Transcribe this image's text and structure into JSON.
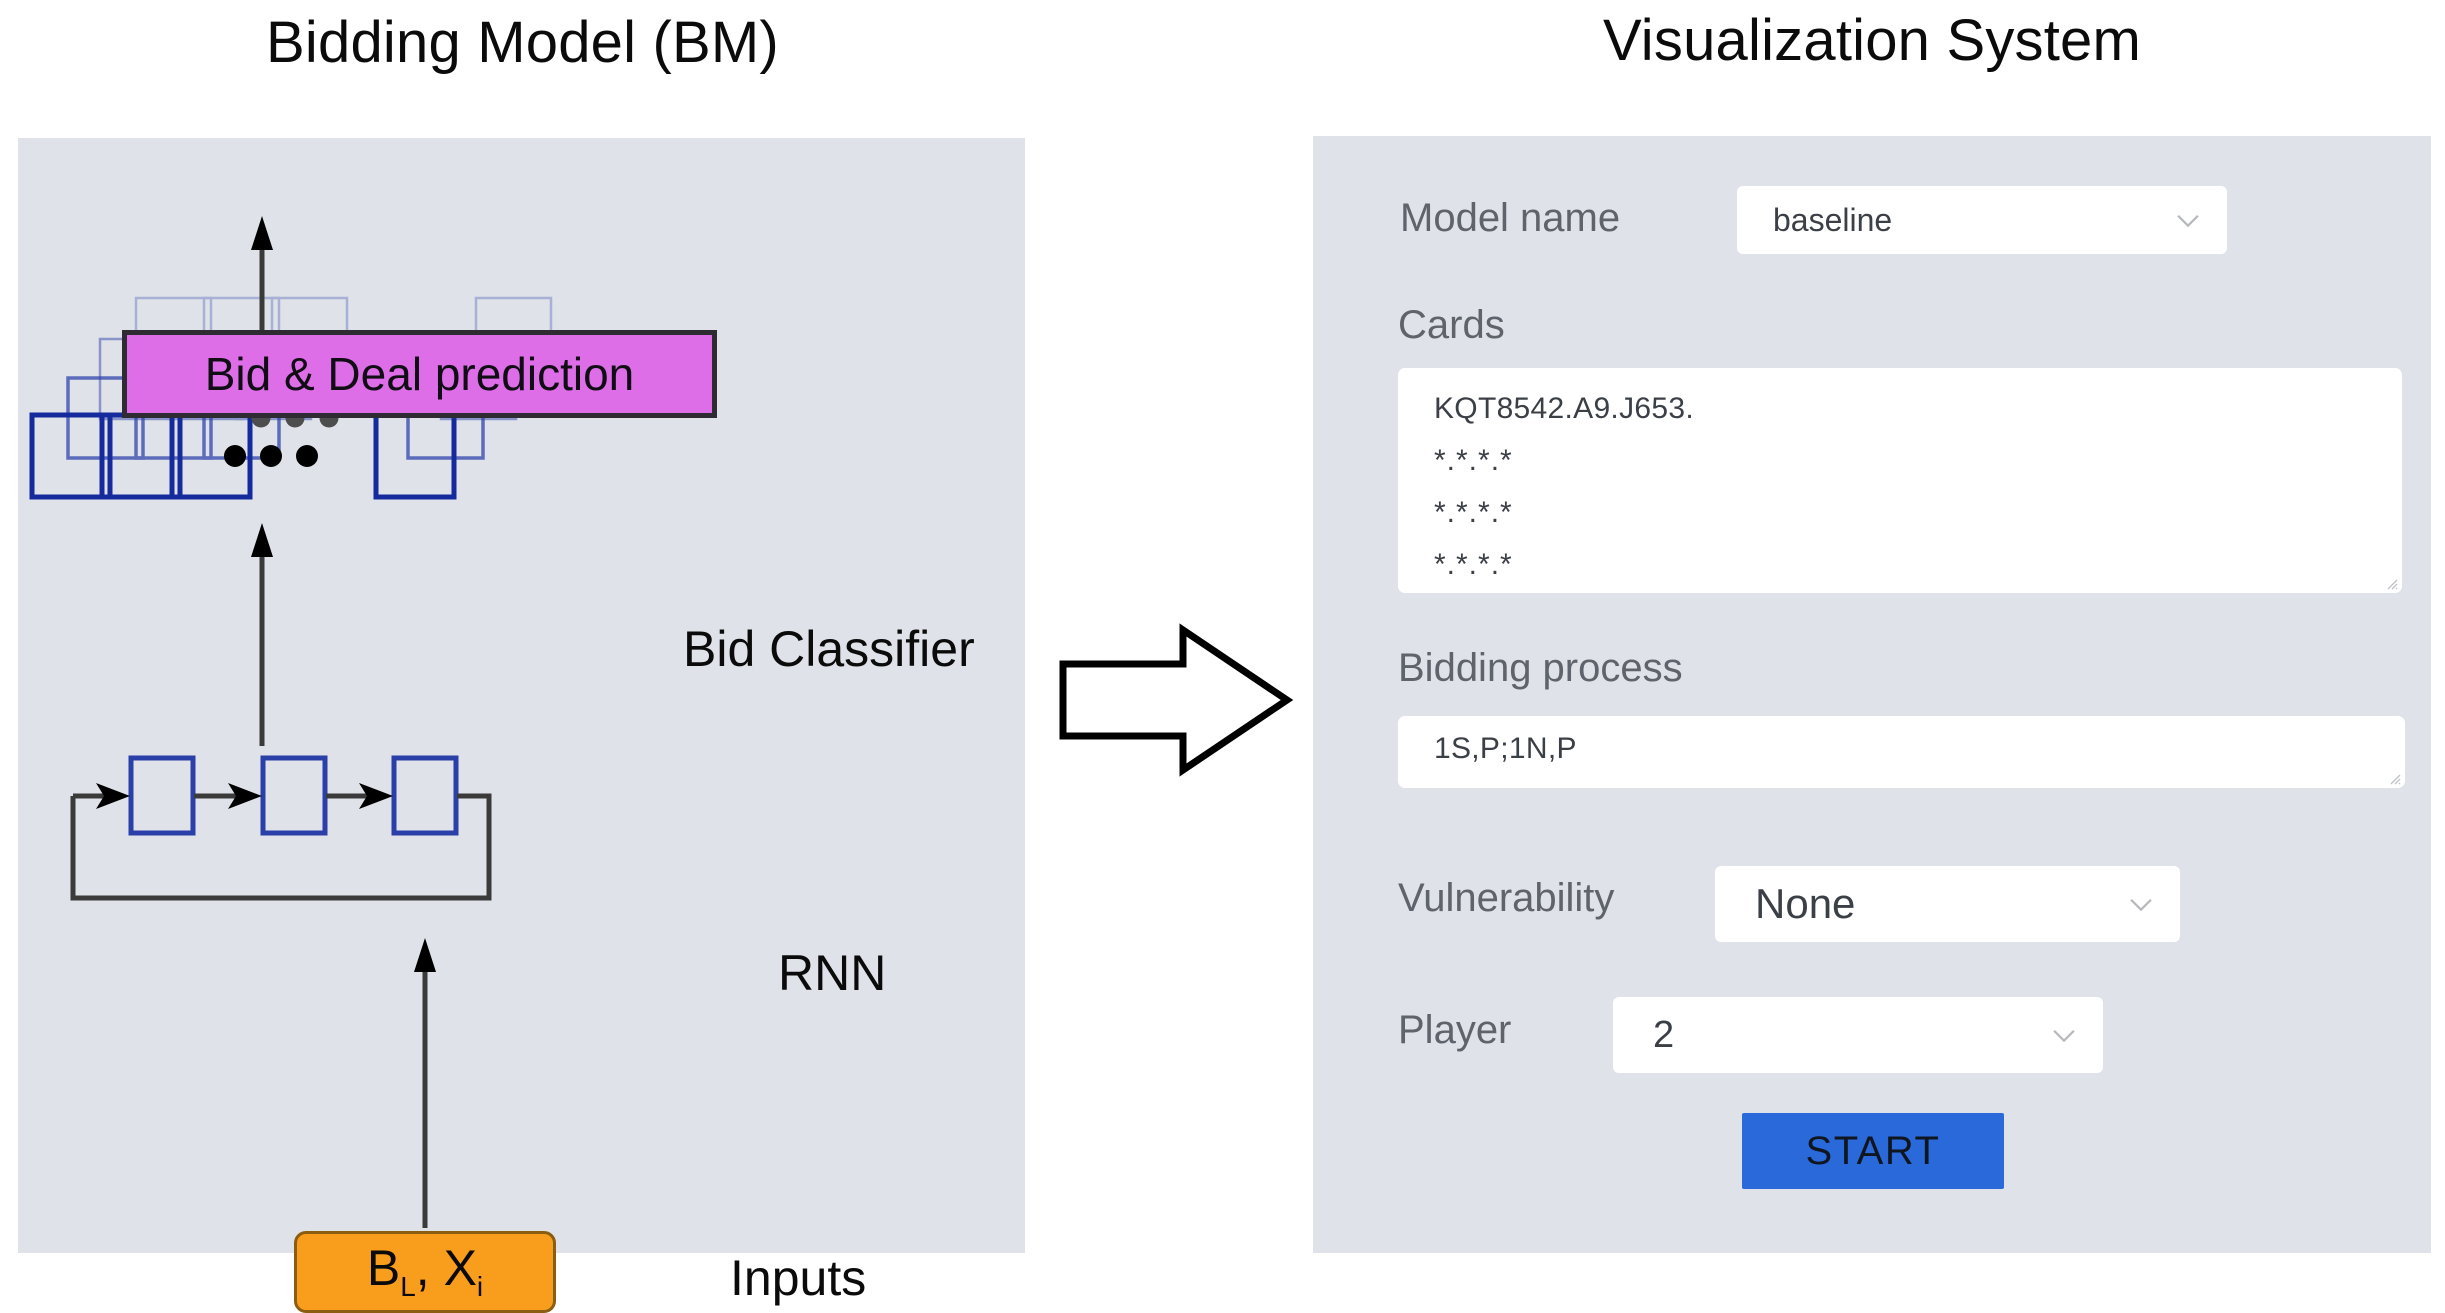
{
  "left_panel": {
    "title": "Bidding Model (BM)",
    "prediction_box": {
      "label": "Bid & Deal prediction",
      "fill": "#dd6ee8",
      "border": "#2f2b33"
    },
    "stage_labels": {
      "classifier": "Bid Classifier",
      "rnn": "RNN",
      "inputs": "Inputs"
    },
    "input_box": {
      "base_1": "B",
      "sub_1": "L",
      "separator": ", ",
      "base_2": "X",
      "sub_2": "i",
      "fill": "#f99d1c"
    },
    "box_outline_color": "#2b3fa8",
    "panel_bg": "#dfe2e9"
  },
  "flow_arrow": {
    "name": "block-arrow-right",
    "stroke": "#0b0b0b",
    "fill": "#ffffff"
  },
  "right_panel": {
    "title": "Visualization System",
    "panel_bg": "#dfe2e9",
    "fields": {
      "model_name": {
        "label": "Model name",
        "value": "baseline",
        "options": [
          "baseline"
        ]
      },
      "cards": {
        "label": "Cards",
        "lines": [
          "KQT8542.A9.J653.",
          "*.*.*.*",
          "*.*.*.*",
          "*.*.*.*"
        ]
      },
      "bidding_process": {
        "label": "Bidding process",
        "value": "1S,P;1N,P"
      },
      "vulnerability": {
        "label": "Vulnerability",
        "value": "None",
        "options": [
          "None"
        ]
      },
      "player": {
        "label": "Player",
        "value": "2",
        "options": [
          "2"
        ]
      }
    },
    "start_button": {
      "label": "START",
      "color": "#2a69da"
    }
  }
}
